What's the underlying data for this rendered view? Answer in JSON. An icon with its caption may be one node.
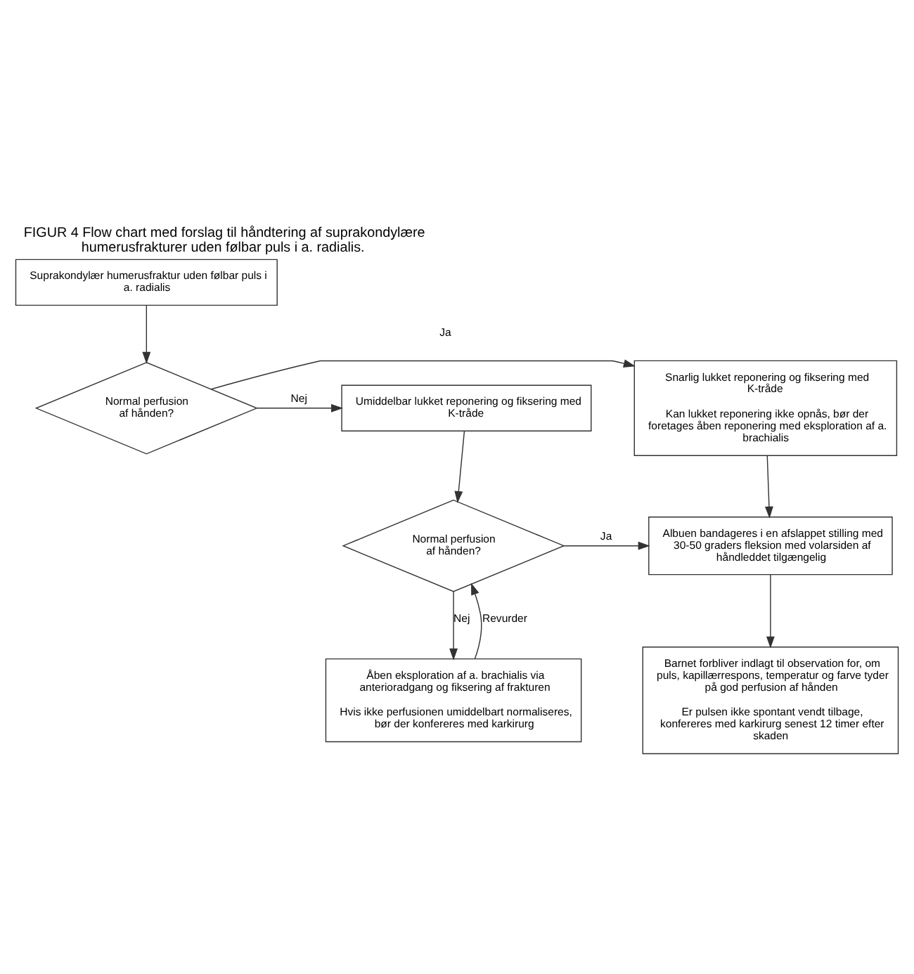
{
  "diagram": {
    "title": "FIGUR 4 Flow chart med forslag til håndtering af suprakondylære humerusfrakturer uden følbar puls i a. radialis.",
    "nodes": [
      {
        "text": [
          "Suprakondylær humerusfraktur uden følbar puls i a. radialis"
        ]
      },
      {
        "text": [
          "Normal perfusion af hånden?"
        ]
      },
      {
        "text": [
          "Snarlig lukket reponering og fiksering med K-tråde",
          "Kan lukket reponering ikke opnås, bør der foretages åben reponering med eksploration af a. brachialis"
        ]
      },
      {
        "text": [
          "Umiddelbar lukket reponering og fiksering med K-tråde"
        ]
      },
      {
        "text": [
          "Albuen bandageres i en afslappet stilling med 30-50 graders fleksion med volarsiden af håndleddet tilgængelig"
        ]
      },
      {
        "text": [
          "Normal perfusion af hånden?"
        ]
      },
      {
        "text": [
          "Barnet forbliver indlagt til observation for, om puls, kapillærrespons, temperatur og farve tyder på god perfusion af hånden",
          "Er pulsen ikke spontant vendt tilbage, konfereres med karkirurg senest 12 timer efter skaden"
        ]
      },
      {
        "text": [
          "Åben eksploration af a. brachialis via anterioradgang og fiksering af frakturen",
          "Hvis ikke perfusionen umiddelbart normaliseres, bør der konfereres med karkirurg"
        ]
      }
    ],
    "edges": [
      {
        "from": 0,
        "to": 1,
        "arrow": "to"
      },
      {
        "from": 1,
        "to": 2,
        "arrow": "to",
        "label": "Ja"
      },
      {
        "from": 1,
        "to": 3,
        "arrow": "to",
        "label": "Nej"
      },
      {
        "from": 3,
        "to": 5,
        "arrow": "to"
      },
      {
        "from": 2,
        "to": 4,
        "arrow": "to"
      },
      {
        "from": 5,
        "to": 4,
        "arrow": "to",
        "label": "Ja"
      },
      {
        "from": 4,
        "to": 6,
        "arrow": "to"
      },
      {
        "from": 5,
        "to": 7,
        "arrow": "to",
        "label": "Nej"
      },
      {
        "from": 7,
        "to": 5,
        "arrow": "to",
        "label": "Revurder"
      }
    ]
  }
}
